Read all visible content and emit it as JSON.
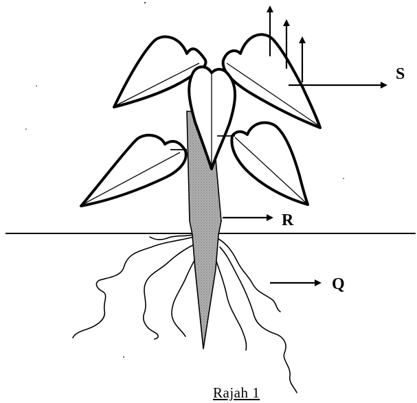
{
  "labels": {
    "s": "S",
    "r": "R",
    "q": "Q"
  },
  "caption": "Rajah 1",
  "colors": {
    "ink": "#000000",
    "stem_fill": "#a9a9a9",
    "background": "#ffffff"
  }
}
